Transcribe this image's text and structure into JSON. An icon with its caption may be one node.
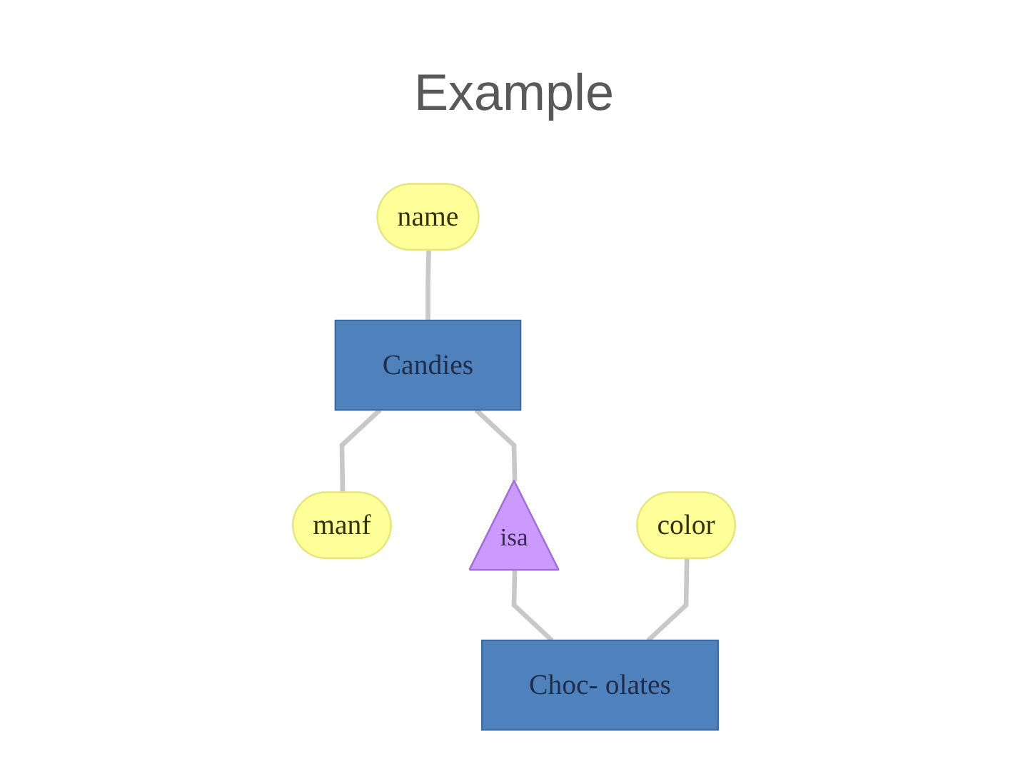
{
  "diagram": {
    "title": "Example",
    "nodes": [
      {
        "text": [
          "name"
        ]
      },
      {
        "text": [
          "Candies"
        ]
      },
      {
        "text": [
          "manf"
        ]
      },
      {
        "text": [
          "isa"
        ]
      },
      {
        "text": [
          "color"
        ]
      },
      {
        "text": [
          "Choc- olates"
        ]
      }
    ],
    "edges": [
      {
        "from": 0,
        "to": 1,
        "arrow": "none"
      },
      {
        "from": 1,
        "to": 2,
        "arrow": "none"
      },
      {
        "from": 1,
        "to": 3,
        "arrow": "none"
      },
      {
        "from": 3,
        "to": 5,
        "arrow": "none"
      },
      {
        "from": 4,
        "to": 5,
        "arrow": "none"
      }
    ]
  }
}
